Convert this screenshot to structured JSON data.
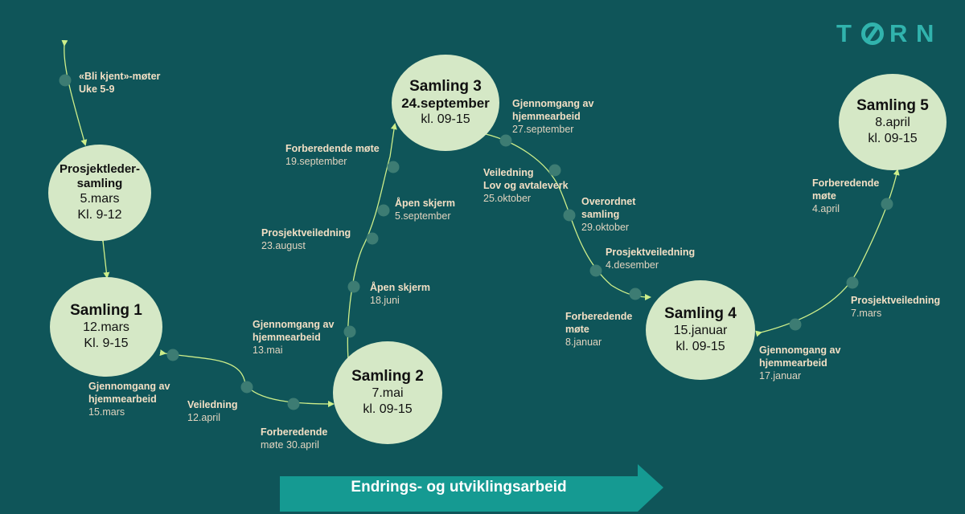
{
  "logo": {
    "letter_1": "T",
    "letter_3": "R",
    "letter_4": "N",
    "letter_2_icon": "circle-slash-icon"
  },
  "colors": {
    "background": "#0f5559",
    "node_fill": "#d5e8c6",
    "connector": "#cdee8a",
    "dot": "#3d7c73",
    "label_bold": "#f2dfc4",
    "logo": "#31b3ad",
    "arrow": "#159a92"
  },
  "nodes": {
    "prosjektleder": {
      "title_1": "Prosjektleder-",
      "title_2": "samling",
      "date": "5.mars",
      "time": "Kl. 9-12"
    },
    "samling1": {
      "title": "Samling 1",
      "date": "12.mars",
      "time": "Kl. 9-15"
    },
    "samling2": {
      "title": "Samling 2",
      "date": "7.mai",
      "time": "kl. 09-15"
    },
    "samling3": {
      "title": "Samling 3",
      "date": "24.september",
      "time": "kl. 09-15"
    },
    "samling4": {
      "title": "Samling 4",
      "date": "15.januar",
      "time": "kl. 09-15"
    },
    "samling5": {
      "title": "Samling 5",
      "date": "8.april",
      "time": "kl. 09-15"
    }
  },
  "events": {
    "bli_kjent": {
      "title": "«Bli kjent»-møter",
      "date": "Uke 5-9"
    },
    "gjennomgang_1": {
      "title_1": "Gjennomgang av",
      "title_2": "hjemmearbeid",
      "date": "15.mars"
    },
    "veiledning_april": {
      "title": "Veiledning",
      "date": "12.april"
    },
    "forberedende_april": {
      "title": "Forberedende",
      "date": "møte 30.april"
    },
    "gjennomgang_2": {
      "title_1": "Gjennomgang av",
      "title_2": "hjemmearbeid",
      "date": "13.mai"
    },
    "apen_skjerm_juni": {
      "title": "Åpen skjerm",
      "date": "18.juni"
    },
    "prosjektveiledning_aug": {
      "title": "Prosjektveiledning",
      "date": "23.august"
    },
    "apen_skjerm_sept": {
      "title": "Åpen skjerm",
      "date": "5.september"
    },
    "forberedende_sept": {
      "title": "Forberedende møte",
      "date": "19.september"
    },
    "gjennomgang_3": {
      "title_1": "Gjennomgang av",
      "title_2": "hjemmearbeid",
      "date": "27.september"
    },
    "veiledning_lov": {
      "title_1": "Veiledning",
      "title_2": "Lov og avtaleverk",
      "date": "25.oktober"
    },
    "overordnet": {
      "title_1": "Overordnet",
      "title_2": "samling",
      "date": "29.oktober"
    },
    "prosjektveiledning_des": {
      "title": "Prosjektveiledning",
      "date": "4.desember"
    },
    "forberedende_jan": {
      "title_1": "Forberedende",
      "title_2": "møte",
      "date": "8.januar"
    },
    "gjennomgang_4": {
      "title_1": "Gjennomgang av",
      "title_2": "hjemmearbeid",
      "date": "17.januar"
    },
    "prosjektveiledning_mars": {
      "title": "Prosjektveiledning",
      "date": "7.mars"
    },
    "forberedende_april2": {
      "title_1": "Forberedende",
      "title_2": "møte",
      "date": "4.april"
    }
  },
  "arrow": {
    "label": "Endrings- og utviklingsarbeid"
  }
}
